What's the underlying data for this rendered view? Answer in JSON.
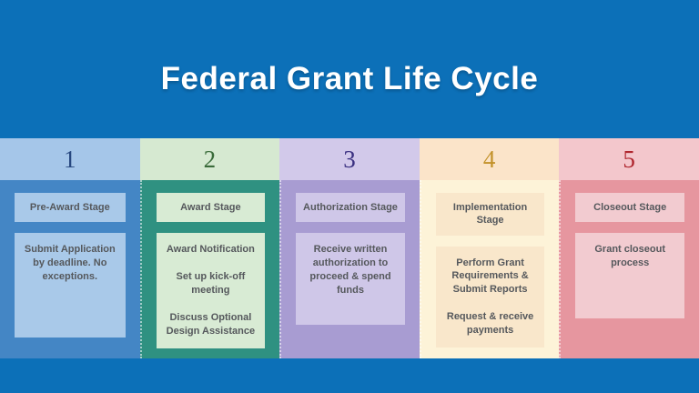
{
  "title": "Federal Grant Life Cycle",
  "colors": {
    "background": "#0C70B8",
    "title_text": "#FFFFFF",
    "card_text": "#55585C"
  },
  "columns": [
    {
      "number": "1",
      "number_color": "#27477F",
      "header_bg": "#A5C6E9",
      "body_bg": "#4486C5",
      "card_bg": "#A9C9E9",
      "stage": "Pre-Award Stage",
      "details": [
        "Submit Application by deadline. No exceptions."
      ]
    },
    {
      "number": "2",
      "number_color": "#3A6B3A",
      "header_bg": "#D6E9D1",
      "body_bg": "#2F9181",
      "card_bg": "#D8EBD4",
      "stage": "Award Stage",
      "details": [
        "Award Notification",
        "Set up kick-off meeting",
        "Discuss Optional Design Assistance"
      ]
    },
    {
      "number": "3",
      "number_color": "#3A3080",
      "header_bg": "#D2C9EA",
      "body_bg": "#A89CD2",
      "card_bg": "#CFC7E8",
      "stage": "Authorization Stage",
      "details": [
        "Receive written authorization to proceed & spend funds"
      ]
    },
    {
      "number": "4",
      "number_color": "#C3922A",
      "header_bg": "#FBE4C9",
      "body_bg": "#FDF3D8",
      "card_bg": "#F9E7CB",
      "stage": "Implementation Stage",
      "details": [
        "Perform Grant Requirements & Submit Reports",
        "Request & receive payments"
      ]
    },
    {
      "number": "5",
      "number_color": "#AF252D",
      "header_bg": "#F3C7CC",
      "body_bg": "#E6969F",
      "card_bg": "#F2CBD0",
      "stage": "Closeout Stage",
      "details": [
        "Grant closeout process"
      ]
    }
  ]
}
